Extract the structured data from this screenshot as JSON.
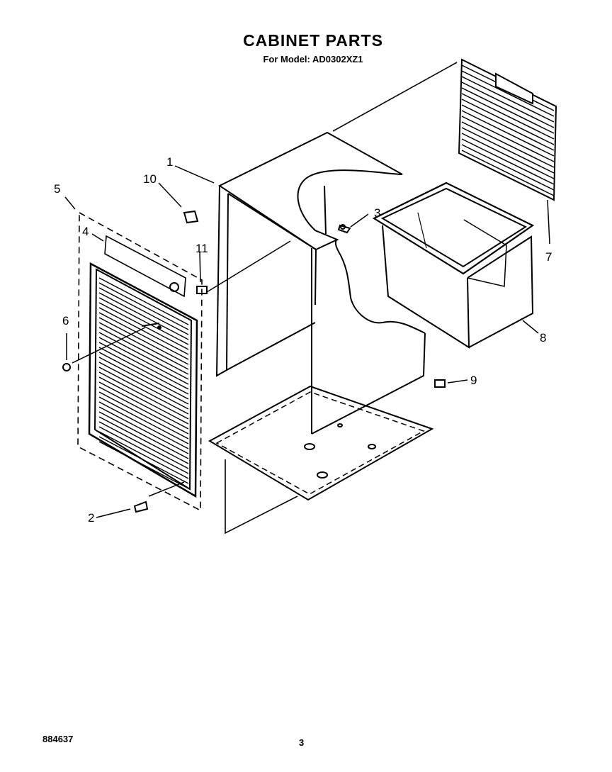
{
  "header": {
    "title": "CABINET PARTS",
    "subtitle": "For Model: AD0302XZ1"
  },
  "callouts": [
    {
      "id": "c1",
      "label": "1"
    },
    {
      "id": "c2",
      "label": "2"
    },
    {
      "id": "c3",
      "label": "3"
    },
    {
      "id": "c4",
      "label": "4"
    },
    {
      "id": "c5",
      "label": "5"
    },
    {
      "id": "c6",
      "label": "6"
    },
    {
      "id": "c7",
      "label": "7"
    },
    {
      "id": "c8",
      "label": "8"
    },
    {
      "id": "c9",
      "label": "9"
    },
    {
      "id": "c10",
      "label": "10"
    },
    {
      "id": "c11",
      "label": "11"
    }
  ],
  "footer": {
    "doc_number": "884637",
    "page_number": "3"
  }
}
